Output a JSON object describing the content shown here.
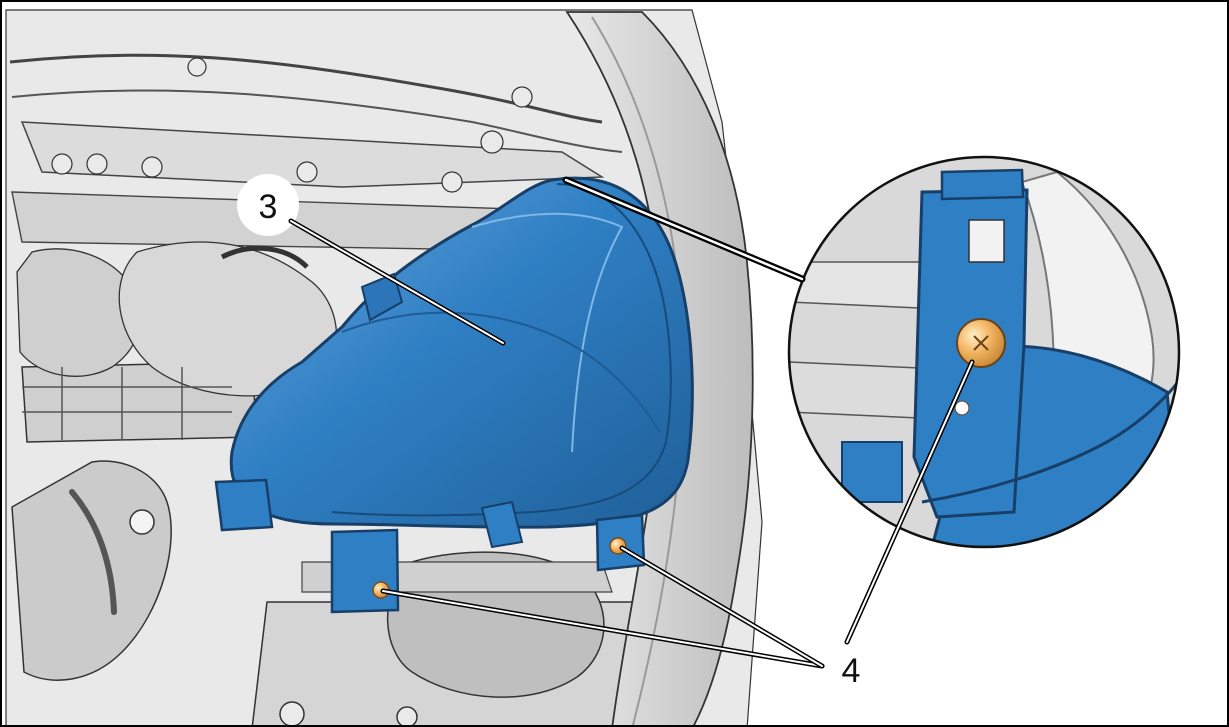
{
  "callouts": {
    "part_3": "3",
    "part_4": "4"
  },
  "colors": {
    "part_blue": "#2f7fc4",
    "part_blue_dark": "#1f5f98",
    "part_blue_light": "#5da2dd",
    "screw_gold": "#f2b35e",
    "line_art": "#2b2b2b",
    "background_gray": "#d9d9d9"
  },
  "icons": {
    "detail_magnifier": "zoom-detail-circle",
    "screw": "fastener-screw-icon"
  }
}
